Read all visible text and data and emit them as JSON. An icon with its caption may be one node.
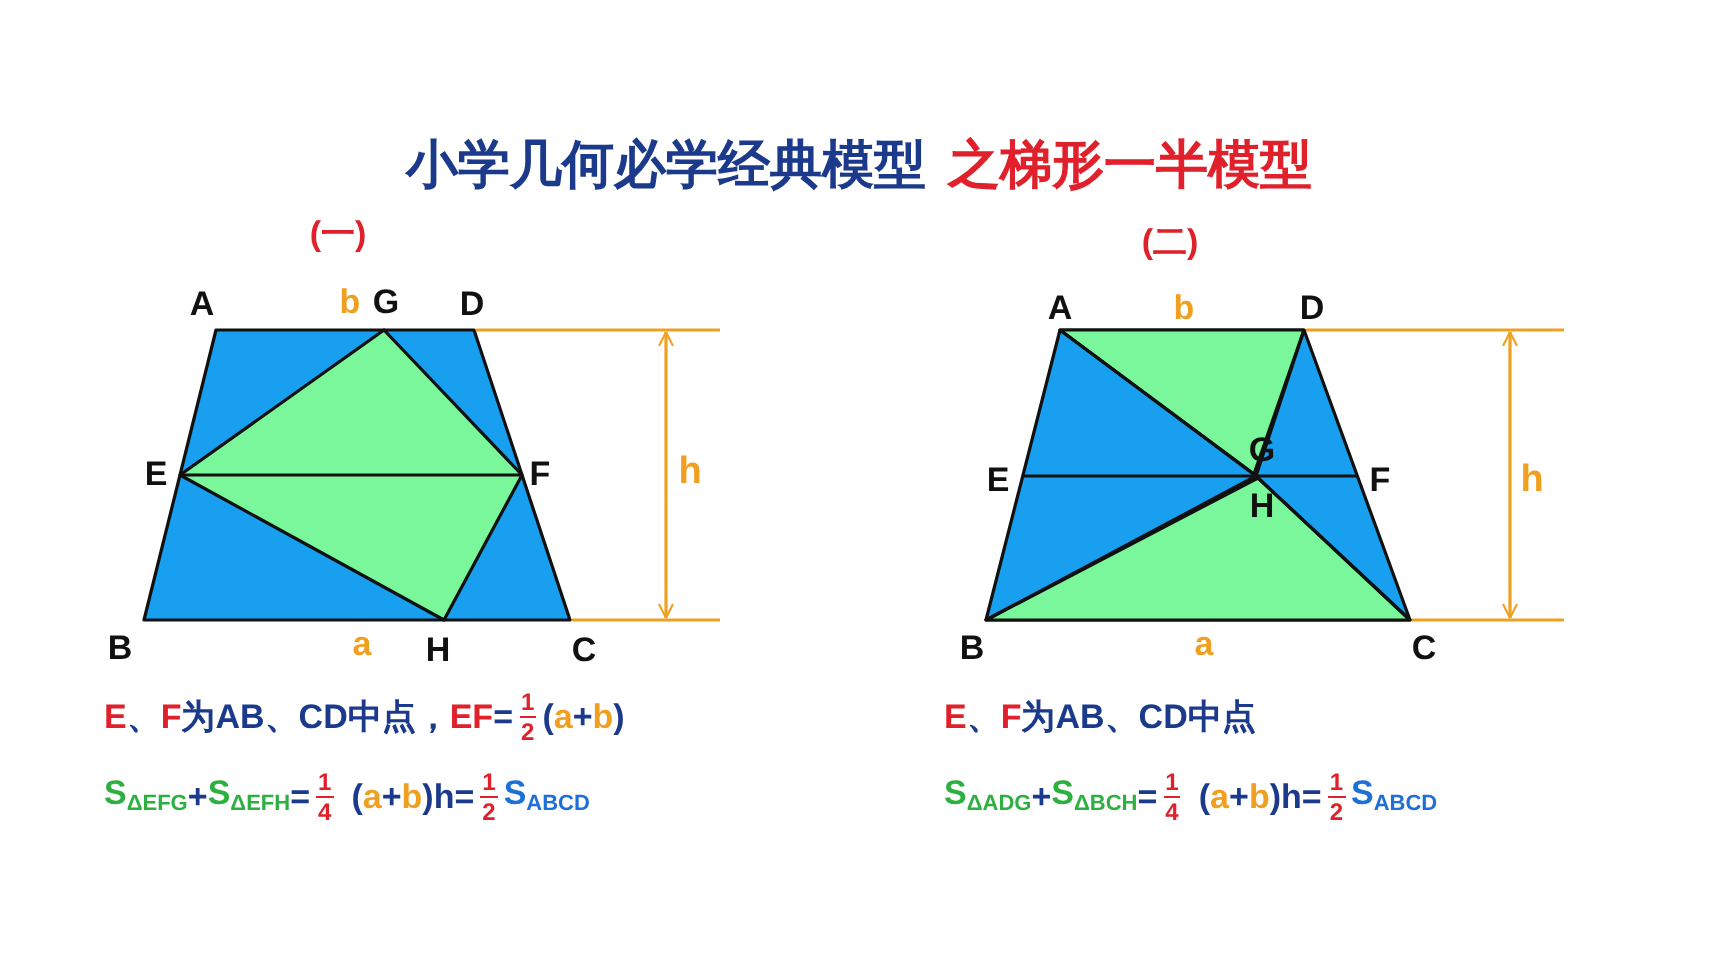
{
  "diagram": {
    "labels": [
      "小学几何必学经典模型",
      "之梯形一半模型",
      "(一)",
      "(二)",
      "A",
      "b",
      "G",
      "D",
      "E",
      "F",
      "h",
      "B",
      "a",
      "H",
      "C",
      "A",
      "b",
      "D",
      "G",
      "E",
      "F",
      "H",
      "h",
      "B",
      "a",
      "C",
      "E",
      "、",
      "F",
      "为AB、CD中点，",
      "EF",
      "=",
      "1",
      "2",
      "(",
      "a",
      "+",
      "b",
      ")",
      "S$_{ΔEFG}$",
      "+",
      "S$_{ΔEFH}$",
      "=",
      "1",
      "4",
      "(",
      "a",
      "+",
      "b",
      ")h=",
      "1",
      "2",
      "S$_{ABCD}$",
      "E",
      "、",
      "F",
      "为AB、CD中点",
      "S$_{ΔADG}$",
      "+",
      "S$_{ΔBCH}$",
      "=",
      "1",
      "4",
      "(",
      "a",
      "+",
      "b",
      ")h=",
      "1",
      "2",
      "S$_{ABCD}$"
    ]
  }
}
